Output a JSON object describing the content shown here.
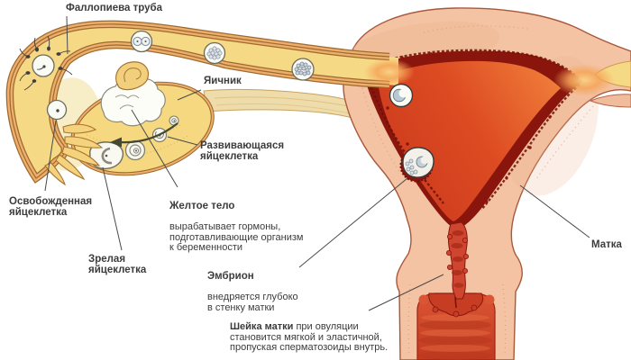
{
  "diagram": {
    "subject": "female-reproductive-system-ovulation-diagram",
    "language": "ru"
  },
  "labels": {
    "fallopian_tube": "Фаллопиева труба",
    "ovary": "Яичник",
    "developing_egg": "Развивающаяся\nяйцеклетка",
    "released_egg": "Освобожденная\nяйцеклетка",
    "mature_egg": "Зрелая\nяйцеклетка",
    "corpus_luteum_title": "Желтое тело",
    "corpus_luteum_desc": "вырабатывает гормоны,\nподготавливающие организм\nк беременности",
    "embryo_title": "Эмбрион",
    "embryo_desc": "внедряется глубоко\nв стенку матки",
    "uterus": "Матка",
    "cervix_title": "Шейка матки",
    "cervix_desc": " при овуляции\nстановится мягкой и эластичной,\nпропуская сперматозоиды внутрь."
  },
  "colors": {
    "background": "#ffffff",
    "text": "#3c3c3c",
    "leader_line": "#4a4a4a",
    "tube_fill": "#f6d985",
    "tube_wall": "#eeae6c",
    "tube_outline": "#9c6a2e",
    "ovary_fill": "#f5d880",
    "ligament_fill": "#efdcab",
    "uterus_body": "#f4c3a3",
    "uterus_outline": "#a8593c",
    "endometrium": "#8a150d",
    "cavity_red": "#d84020",
    "cavity_orange": "#ef7a38",
    "glow": "#f5a458",
    "canal_red": "#ce4630",
    "vagina_red": "#d8502f",
    "cervix_red": "#c63d24",
    "cell_fill": "#fbfbf5",
    "cell_outline": "#6b6b5c"
  }
}
